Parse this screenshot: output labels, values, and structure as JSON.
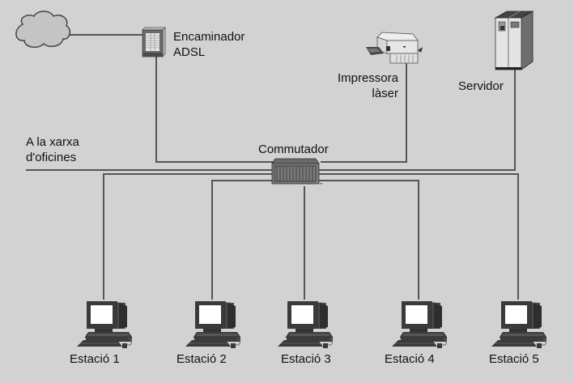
{
  "diagram": {
    "title": "Xarxa local amb commutador",
    "nodes": {
      "internet": {
        "icon": "cloud-icon"
      },
      "router": {
        "label_line1": "Encaminador",
        "label_line2": "ADSL",
        "icon": "router-icon"
      },
      "printer": {
        "label_line1": "Impressora",
        "label_line2": "làser",
        "icon": "printer-icon"
      },
      "server": {
        "label": "Servidor",
        "icon": "server-icon"
      },
      "switch": {
        "label": "Commutador",
        "icon": "switch-icon"
      },
      "office_network": {
        "label_line1": "A la xarxa",
        "label_line2": "d'oficines"
      }
    },
    "workstations": [
      {
        "label": "Estació 1",
        "icon": "computer-icon"
      },
      {
        "label": "Estació 2",
        "icon": "computer-icon"
      },
      {
        "label": "Estació 3",
        "icon": "computer-icon"
      },
      {
        "label": "Estació 4",
        "icon": "computer-icon"
      },
      {
        "label": "Estació 5",
        "icon": "computer-icon"
      }
    ],
    "colors": {
      "background": "#d2d2d2",
      "line": "#555555",
      "device_dark": "#3a3a3a",
      "device_mid": "#7a7a7a",
      "device_light": "#e6e6e6",
      "screen": "#ffffff"
    }
  }
}
